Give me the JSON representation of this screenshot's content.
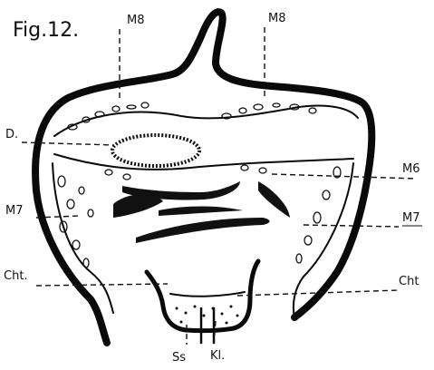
{
  "figure": {
    "title": "Fig.12.",
    "labels": {
      "m8_left": "M8",
      "m8_right": "M8",
      "d": "D.",
      "m6": "M6",
      "m7_left": "M7",
      "m7_right": "M7",
      "cht_left": "Cht.",
      "cht_right": "Cht",
      "ss": "Ss",
      "kl": "Kl."
    }
  }
}
